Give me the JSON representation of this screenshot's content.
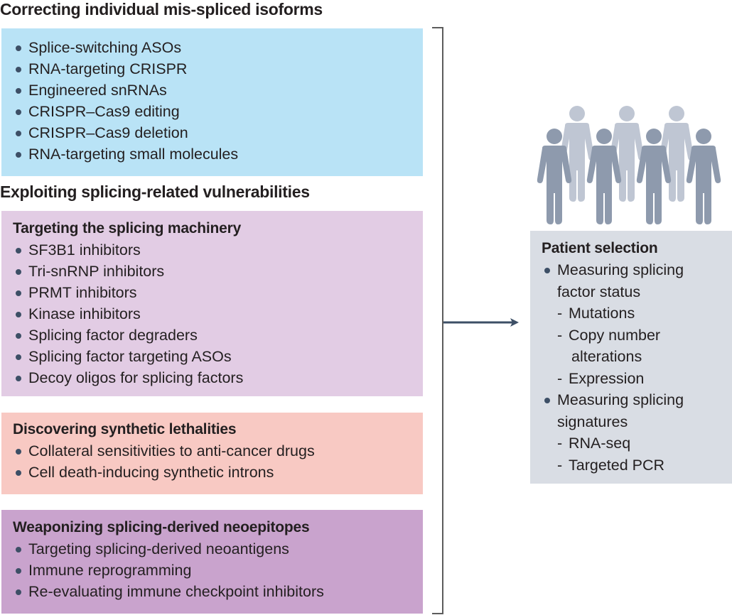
{
  "sections": {
    "correcting": {
      "heading": "Correcting individual mis-spliced isoforms",
      "items": [
        "Splice-switching ASOs",
        "RNA-targeting CRISPR",
        "Engineered snRNAs",
        "CRISPR–Cas9 editing",
        "CRISPR–Cas9 deletion",
        "RNA-targeting small molecules"
      ],
      "color": "#b9e3f6"
    },
    "exploiting": {
      "heading": "Exploiting splicing-related vulnerabilities",
      "machinery": {
        "title": "Targeting the splicing machinery",
        "items": [
          "SF3B1 inhibitors",
          "Tri-snRNP inhibitors",
          "PRMT inhibitors",
          "Kinase inhibitors",
          "Splicing factor degraders",
          "Splicing factor targeting ASOs",
          "Decoy oligos for splicing factors"
        ],
        "color": "#e2cce4"
      },
      "lethalities": {
        "title": "Discovering synthetic lethalities",
        "items": [
          "Collateral sensitivities to anti-cancer drugs",
          "Cell death-inducing synthetic introns"
        ],
        "color": "#f8c9c3"
      },
      "neoepitopes": {
        "title": "Weaponizing splicing-derived neoepitopes",
        "items": [
          "Targeting splicing-derived neoantigens",
          "Immune reprogramming",
          "Re-evaluating immune checkpoint inhibitors"
        ],
        "color": "#c9a3cd"
      }
    },
    "patient_selection": {
      "title": "Patient selection",
      "items": [
        {
          "label_line1": "Measuring splicing",
          "label_line2": "factor status",
          "sub": [
            "Mutations",
            "Copy number",
            "Expression"
          ],
          "sub_cont": "alterations"
        },
        {
          "label_line1": "Measuring splicing",
          "label_line2": "signatures",
          "sub": [
            "RNA-seq",
            "Targeted PCR"
          ]
        }
      ],
      "dash": "-",
      "color": "#d9dde4"
    }
  },
  "icons": {
    "people_group": "patient-population-icon",
    "arrow": "arrow-right-icon"
  },
  "colors": {
    "bullet": "#3d4f66",
    "people_front": "#8e9aad",
    "people_back": "#bfc6d3",
    "arrow": "#3d4f66",
    "bracket": "#5c5c5c"
  }
}
